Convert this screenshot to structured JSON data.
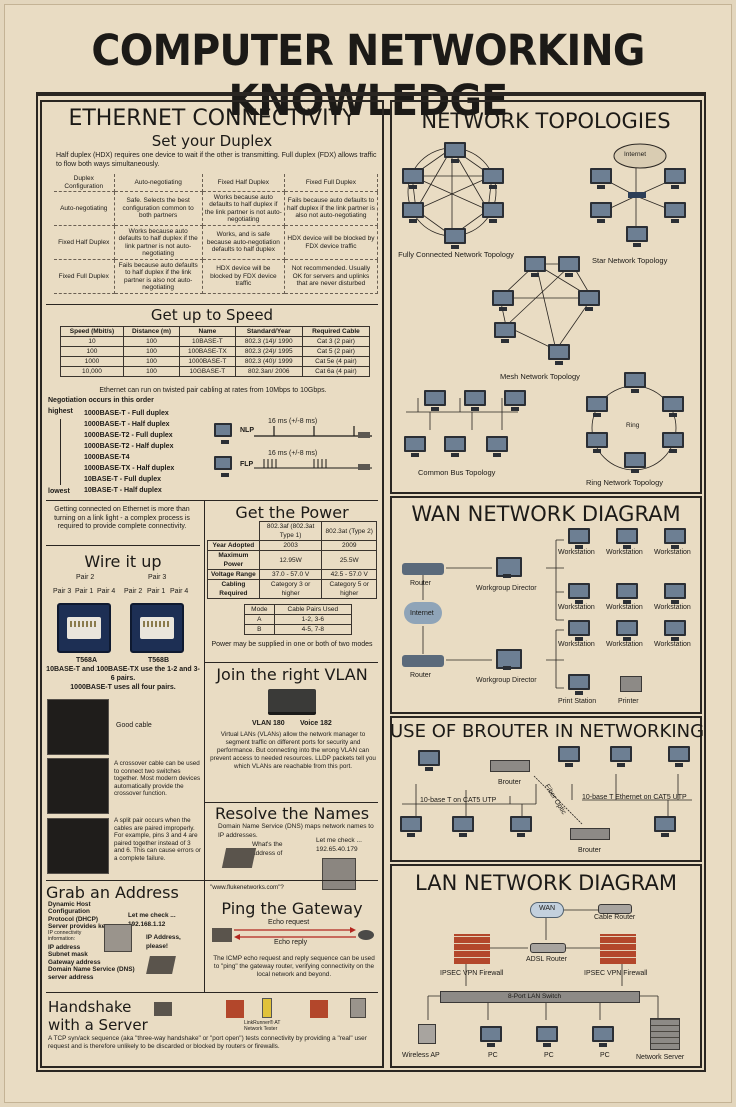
{
  "title": "COMPUTER NETWORKING KNOWLEDGE",
  "ethernet": {
    "heading": "ETHERNET CONNECTIVITY",
    "duplex": {
      "heading": "Set your Duplex",
      "intro": "Half duplex (HDX) requires one device to wait if the other is transmitting. Full duplex (FDX) allows traffic to flow both ways simultaneously.",
      "col_headers": [
        "Duplex Configuration",
        "Auto-negotiating",
        "Fixed Half Duplex",
        "Fixed Full Duplex"
      ],
      "rows": [
        [
          "Auto-negotiating",
          "Safe. Selects the best configuration common to both partners",
          "Works because auto defaults to half duplex if the link partner is not auto-negotiating",
          "Fails because auto defaults to half duplex if the link partner is also not auto-negotiating"
        ],
        [
          "Fixed Half Duplex",
          "Works because auto defaults to half duplex if the link partner is not auto-negotiating",
          "Works, and is safe because auto-negotiation defaults to half duplex",
          "HDX device will be blocked by FDX device traffic"
        ],
        [
          "Fixed Full Duplex",
          "Fails because auto defaults to half duplex if the link partner is also not auto-negotiating",
          "HDX device will be blocked by FDX device traffic",
          "Not recommended. Usually OK for servers and uplinks that are never disturbed"
        ]
      ]
    },
    "speed": {
      "heading": "Get up to Speed",
      "headers": [
        "Speed (Mbit/s)",
        "Distance (m)",
        "Name",
        "Standard/Year",
        "Required Cable"
      ],
      "rows": [
        [
          "10",
          "100",
          "10BASE-T",
          "802.3 (14)/ 1990",
          "Cat 3 (2 pair)"
        ],
        [
          "100",
          "100",
          "100BASE-TX",
          "802.3 (24)/ 1995",
          "Cat 5 (2 pair)"
        ],
        [
          "1000",
          "100",
          "1000BASE-T",
          "802.3 (40)/ 1999",
          "Cat 5e (4 pair)"
        ],
        [
          "10,000",
          "100",
          "10GBASE-T",
          "802.3an/ 2006",
          "Cat 6a (4 pair)"
        ]
      ],
      "note": "Ethernet can run on twisted pair cabling at rates from 10Mbps to 10Gbps.",
      "negotiation_title": "Negotiation occurs in this order",
      "highest": "highest",
      "lowest": "lowest",
      "order": [
        "1000BASE-T - Full duplex",
        "1000BASE-T - Half duplex",
        "1000BASE-T2 - Full duplex",
        "1000BASE-T2 - Half duplex",
        "1000BASE-T4",
        "1000BASE-TX - Half duplex",
        "10BASE-T - Full duplex",
        "10BASE-T - Half duplex"
      ],
      "nlp_label": "NLP",
      "flp_label": "FLP",
      "pulse_label": "16 ms (+/-8 ms)"
    }
  },
  "connected_note": "Getting connected on Ethernet is more than turning on a link light - a complex process is required to provide complete connectivity.",
  "wire": {
    "heading": "Wire it up",
    "pair2": "Pair 2",
    "pair3": "Pair 3",
    "pairs_left": [
      "Pair 3",
      "Pair 1",
      "Pair 4"
    ],
    "pairs_right": [
      "Pair 2",
      "Pair 1",
      "Pair 4"
    ],
    "t568a": "T568A",
    "t568b": "T568B",
    "note1": "10BASE-T and 100BASE-TX use the 1-2 and 3-6 pairs.",
    "note2": "1000BASE-T uses all four pairs.",
    "good_cable": "Good cable",
    "crossover": "A crossover cable can be used to connect two switches together. Most modern devices automatically provide the crossover function.",
    "split": "A split pair occurs when the cables are paired improperly. For example, pins 3 and 4 are paired together instead of 3 and 6. This can cause errors or a complete failure."
  },
  "power": {
    "heading": "Get the Power",
    "col1": "802.3af (802.3at Type 1)",
    "col2": "802.3at (Type 2)",
    "rows": [
      [
        "Year Adopted",
        "2003",
        "2009"
      ],
      [
        "Maximum Power",
        "12.95W",
        "25.5W"
      ],
      [
        "Voltage Range",
        "37.0 - 57.0 V",
        "42.5 - 57.0 V"
      ],
      [
        "Cabling Required",
        "Category 3 or higher",
        "Category 5 or higher"
      ]
    ],
    "mode_header": "Mode",
    "pairs_header": "Cable Pairs Used",
    "modes": [
      [
        "A",
        "1-2, 3-6"
      ],
      [
        "B",
        "4-5, 7-8"
      ]
    ],
    "note": "Power may be supplied in one or both of two modes"
  },
  "vlan": {
    "heading": "Join the right VLAN",
    "vlan180": "VLAN 180",
    "voice182": "Voice 182",
    "text": "Virtual LANs (VLANs) allow the network manager to segment traffic on different ports for security and performance. But connecting into the wrong VLAN can prevent access to needed resources. LLDP packets tell you which VLANs are reachable from this port."
  },
  "names": {
    "heading": "Resolve the Names",
    "text": "Domain Name Service (DNS) maps network names to IP addresses.",
    "ask": "What's the address of",
    "reply": "Let me check ... 192.65.40.179",
    "url": "\"www.flukenetworks.com\"?"
  },
  "address": {
    "heading": "Grab an Address",
    "dhcp": "Dynamic Host Configuration Protocol (DHCP) Server provides key",
    "info_label": "IP connectivity information:",
    "items": [
      "IP address",
      "Subnet mask",
      "Gateway address",
      "Domain Name Service (DNS) server address"
    ],
    "check": "Let me check ... 192.168.1.12",
    "ask": "IP Address, please!"
  },
  "ping": {
    "heading": "Ping the Gateway",
    "request": "Echo request",
    "reply": "Echo reply",
    "text": "The ICMP echo request and reply sequence can be used to \"ping\" the gateway router, verifying connectivity on the local network and beyond."
  },
  "handshake": {
    "heading1": "Handshake",
    "heading2": "with a Server",
    "device": "LinkRunner® AT Network Tester",
    "text": "A TCP syn/ack sequence (aka \"three-way handshake\" or \"port open\") tests connectivity by providing a \"real\" user request and is therefore unlikely to be discarded or blocked by routers or firewalls."
  },
  "topologies": {
    "heading": "NETWORK TOPOLOGIES",
    "fully": "Fully Connected Network Topology",
    "star": "Star Network Topology",
    "internet": "Internet",
    "mesh": "Mesh Network Topology",
    "bus": "Common Bus Topology",
    "ring": "Ring Network Topology",
    "ring_label": "Ring"
  },
  "wan": {
    "heading": "WAN NETWORK DIAGRAM",
    "router": "Router",
    "internet": "Internet",
    "director": "Workgroup Director",
    "workstation": "Workstation",
    "print_station": "Print Station",
    "printer": "Printer"
  },
  "brouter": {
    "heading": "USE OF BROUTER IN NETWORKING",
    "brouter": "Brouter",
    "left_bus": "10-base T on CAT5 UTP",
    "right_bus": "10-base T Ethernet on CAT5 UTP",
    "fiber": "Fiber Optic"
  },
  "lan": {
    "heading": "LAN NETWORK DIAGRAM",
    "wan": "WAN",
    "cable_router": "Cable Router",
    "firewall": "IPSEC VPN Firewall",
    "adsl": "ADSL Router",
    "switch": "8-Port LAN Switch",
    "wireless": "Wireless AP",
    "pc": "PC",
    "server": "Network Server"
  }
}
